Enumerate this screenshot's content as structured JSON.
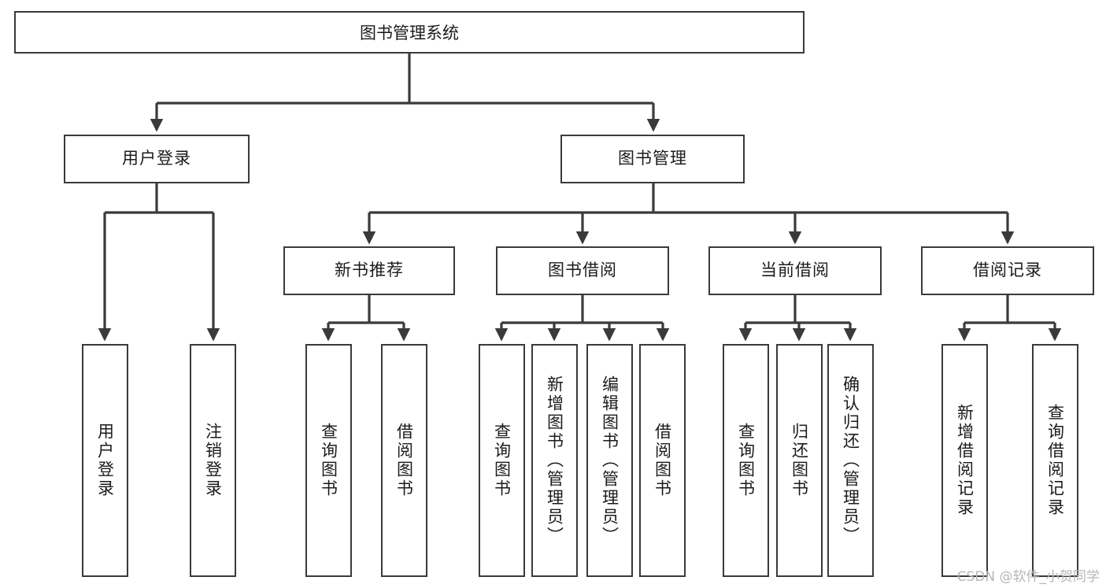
{
  "diagram": {
    "type": "tree-hierarchy",
    "title": "图书管理系统",
    "watermark": "CSDN @软件_小贺同学",
    "colors": {
      "box_border": "#3a3a3a",
      "box_fill": "#ffffff",
      "connector": "#3a3a3a",
      "text": "#1b1b1b",
      "watermark": "#b6b6b6",
      "background": "#ffffff"
    },
    "root": {
      "label": "图书管理系统"
    },
    "level1": [
      {
        "id": "user-login",
        "label": "用户登录"
      },
      {
        "id": "book-management",
        "label": "图书管理"
      }
    ],
    "level2": [
      {
        "id": "new-book-recommend",
        "label": "新书推荐",
        "parent": "book-management"
      },
      {
        "id": "book-borrow",
        "label": "图书借阅",
        "parent": "book-management"
      },
      {
        "id": "current-borrow",
        "label": "当前借阅",
        "parent": "book-management"
      },
      {
        "id": "borrow-record",
        "label": "借阅记录",
        "parent": "book-management"
      }
    ],
    "leaves": {
      "user-login": [
        {
          "id": "leaf-user-login",
          "label": "用户登录"
        },
        {
          "id": "leaf-user-logout",
          "label": "注销登录"
        }
      ],
      "new-book-recommend": [
        {
          "id": "leaf-query-book-1",
          "label": "查询图书"
        },
        {
          "id": "leaf-borrow-book-1",
          "label": "借阅图书"
        }
      ],
      "book-borrow": [
        {
          "id": "leaf-query-book-2",
          "label": "查询图书"
        },
        {
          "id": "leaf-add-book",
          "label": "新增图书（管理员）"
        },
        {
          "id": "leaf-edit-book",
          "label": "编辑图书（管理员）"
        },
        {
          "id": "leaf-borrow-book-2",
          "label": "借阅图书"
        }
      ],
      "current-borrow": [
        {
          "id": "leaf-query-book-3",
          "label": "查询图书"
        },
        {
          "id": "leaf-return-book",
          "label": "归还图书"
        },
        {
          "id": "leaf-confirm-return",
          "label": "确认归还（管理员）"
        }
      ],
      "borrow-record": [
        {
          "id": "leaf-add-record",
          "label": "新增借阅记录"
        },
        {
          "id": "leaf-query-record",
          "label": "查询借阅记录"
        }
      ]
    }
  }
}
